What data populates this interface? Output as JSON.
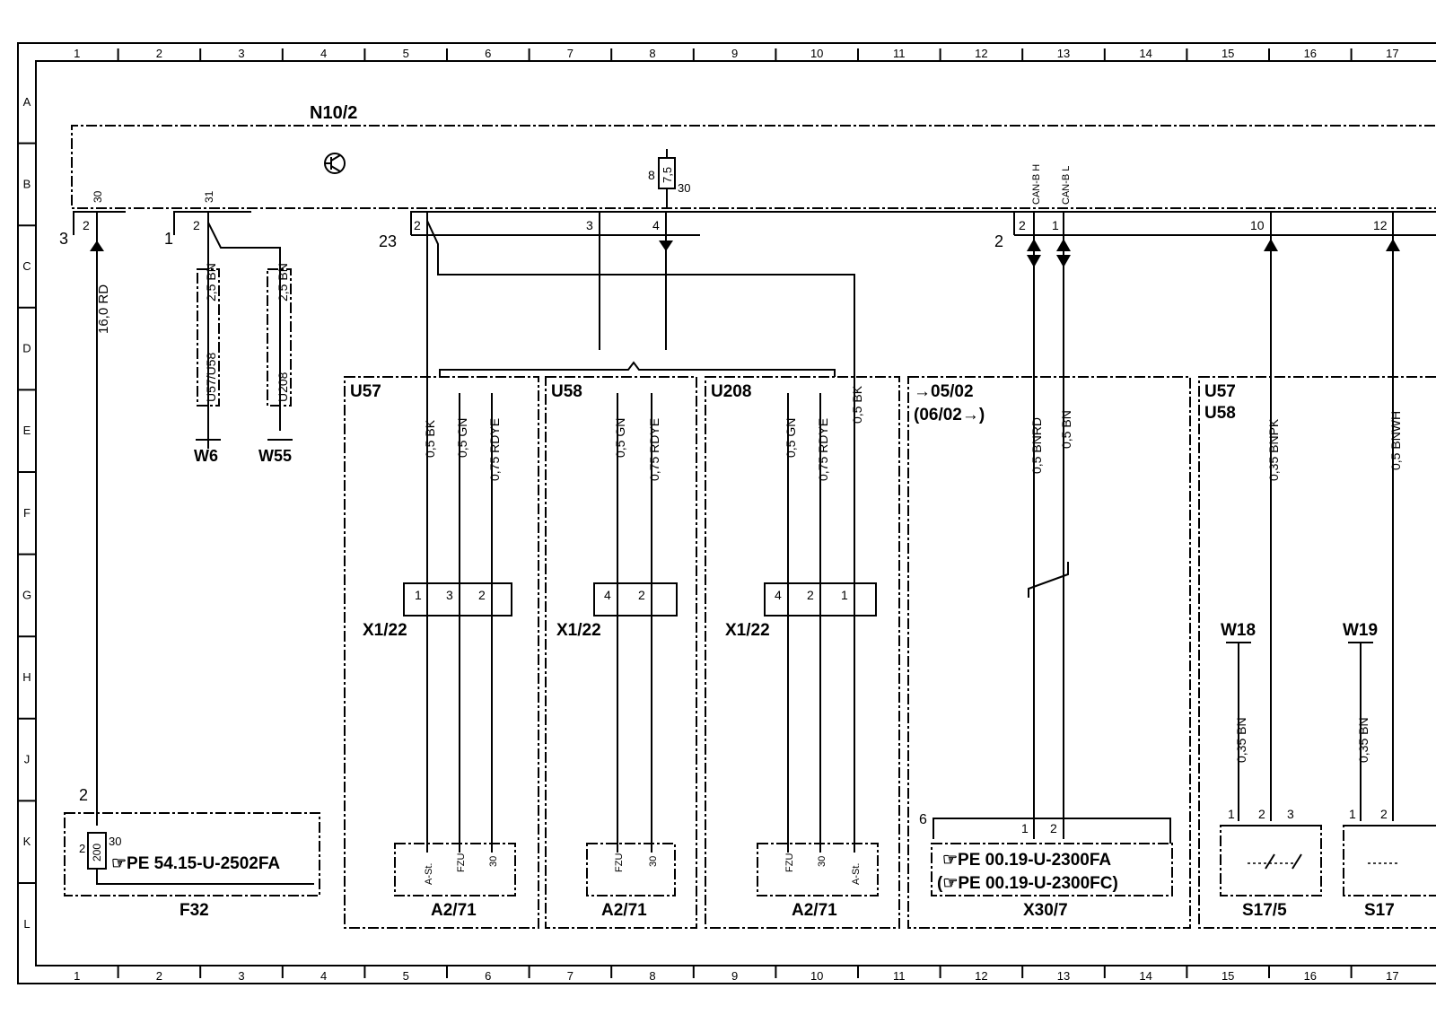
{
  "grid": {
    "cols": [
      "1",
      "2",
      "3",
      "4",
      "5",
      "6",
      "7",
      "8",
      "9",
      "10",
      "11",
      "12",
      "13",
      "14",
      "15",
      "16",
      "17"
    ],
    "rows": [
      "A",
      "B",
      "C",
      "D",
      "E",
      "F",
      "G",
      "H",
      "J",
      "K",
      "L"
    ]
  },
  "module": {
    "name": "N10/2",
    "pins": {
      "p30": "30",
      "p31": "31",
      "fuse_pin": "8",
      "fuse_val": "7,5",
      "fuse_out": "30",
      "can_h": "CAN-B H",
      "can_l": "CAN-B L"
    }
  },
  "connector_labels": {
    "c3": "3",
    "c1": "1",
    "c23": "23",
    "c2": "2",
    "n2a": "2",
    "n2b": "2",
    "n2c": "2",
    "n3": "3",
    "n4": "4",
    "n2d": "2",
    "n1": "1",
    "n10": "10",
    "n12": "12"
  },
  "wires": {
    "rd": "16,0 RD",
    "bn1": "2,5 BN",
    "bn2": "2,5 BN",
    "u57u58": "U57/U58",
    "u208": "U208",
    "w6": "W6",
    "w55": "W55",
    "bk1": "0,5 BK",
    "gn1": "0,5 GN",
    "rdye1": "0,75 RDYE",
    "gn2": "0,5 GN",
    "rdye2": "0,75 RDYE",
    "gn3": "0,5 GN",
    "rdye3": "0,75 RDYE",
    "bk3": "0,5 BK",
    "bnrd": "0,5 BNRD",
    "bn13": "0,5 BN",
    "bnpk": "0,35 BNPK",
    "bnwh": "0,5 BNWH",
    "bn15": "0,35 BN",
    "bn17": "0,35 BN",
    "w18": "W18",
    "w19": "W19"
  },
  "groups": {
    "u57": "U57",
    "u58": "U58",
    "u208": "U208",
    "date1": "→05/02",
    "date2": "(06/02→)",
    "u57b": "U57",
    "u58b": "U58"
  },
  "x122": {
    "label": "X1/22",
    "p1": "1",
    "p2": "2",
    "p3": "3",
    "p4": "4"
  },
  "a271": {
    "label": "A2/71",
    "ast": "A-St.",
    "fzu": "FZU",
    "p30": "30"
  },
  "f32": {
    "label": "F32",
    "pin2": "2",
    "pin2b": "2",
    "fuse": "200",
    "pin30": "30",
    "ref": "☞PE  54.15-U-2502FA"
  },
  "x307": {
    "label": "X30/7",
    "pin6": "6",
    "p1": "1",
    "p2": "2",
    "ref1": "☞PE  00.19-U-2300FA",
    "ref2": "(☞PE  00.19-U-2300FC)"
  },
  "s175": {
    "label": "S17/5",
    "p1": "1",
    "p2": "2",
    "p3": "3"
  },
  "s17b": {
    "label": "S17",
    "p1": "1",
    "p2": "2"
  }
}
